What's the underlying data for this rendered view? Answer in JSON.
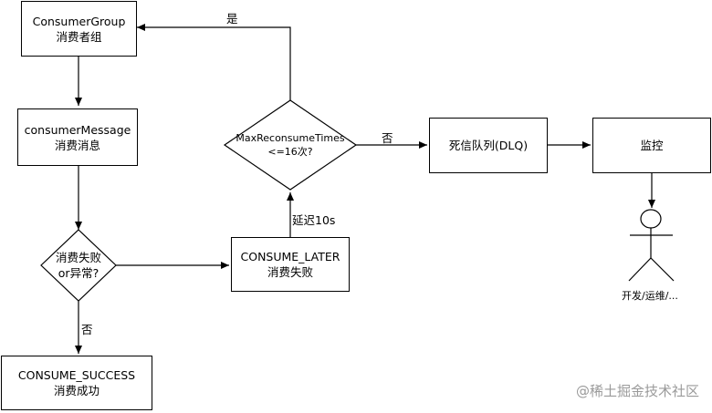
{
  "nodes": {
    "consumer_group": {
      "line1": "ConsumerGroup",
      "line2": "消费者组"
    },
    "consumer_message": {
      "line1": "consumerMessage",
      "line2": "消费消息"
    },
    "fail_check": {
      "line1": "消费失败",
      "line2": "or异常?"
    },
    "consume_success": {
      "line1": "CONSUME_SUCCESS",
      "line2": "消费成功"
    },
    "consume_later": {
      "line1": "CONSUME_LATER",
      "line2": "消费失败"
    },
    "max_check": {
      "line1": "MaxReconsumeTimes",
      "line2": "<=16次?"
    },
    "dlq": {
      "line1": "死信队列(DLQ)"
    },
    "monitor": {
      "line1": "监控"
    },
    "actor": {
      "label": "开发/运维/..."
    }
  },
  "edges": {
    "yes_label": "是",
    "no_label_dlq": "否",
    "no_label_success": "否",
    "delay_label": "延迟10s"
  },
  "watermark": "@稀土掘金技术社区",
  "colors": {
    "stroke": "#000000",
    "background": "#ffffff",
    "watermark": "#9a9a9a"
  }
}
